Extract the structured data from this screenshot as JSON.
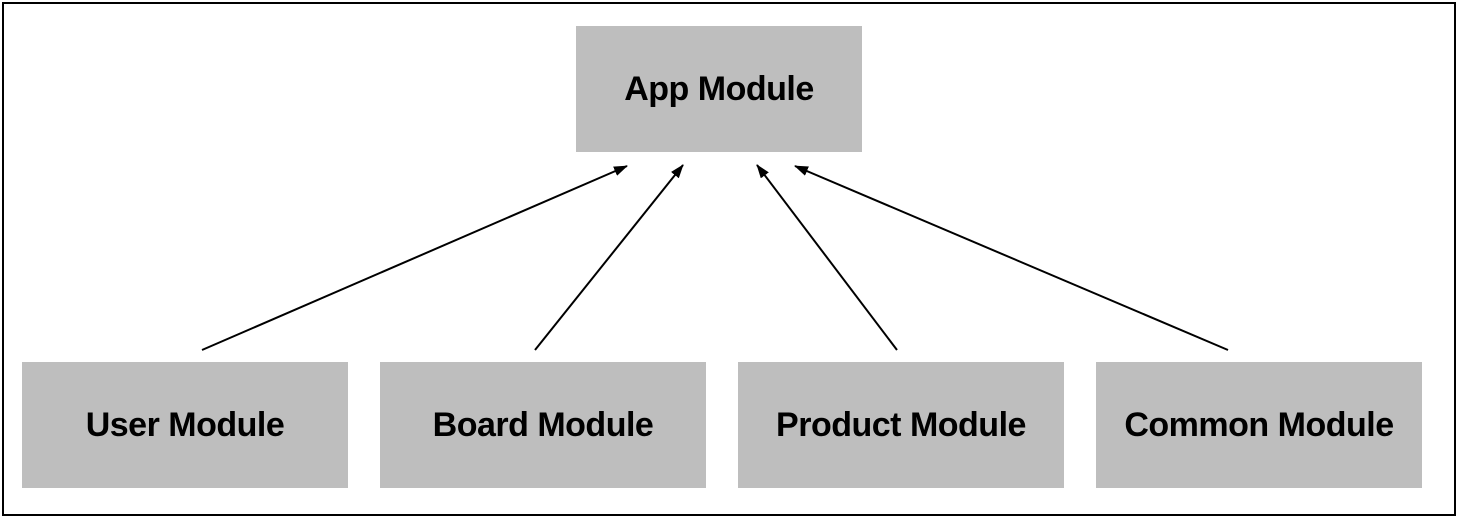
{
  "diagram": {
    "nodes": [
      {
        "id": "app",
        "label": "App Module"
      },
      {
        "id": "user",
        "label": "User Module"
      },
      {
        "id": "board",
        "label": "Board Module"
      },
      {
        "id": "product",
        "label": "Product Module"
      },
      {
        "id": "common",
        "label": "Common Module"
      }
    ],
    "edges": [
      {
        "from": "user",
        "to": "app"
      },
      {
        "from": "board",
        "to": "app"
      },
      {
        "from": "product",
        "to": "app"
      },
      {
        "from": "common",
        "to": "app"
      }
    ],
    "colors": {
      "node_fill": "#bebebe",
      "node_text": "#000000",
      "edge": "#000000",
      "border": "#000000"
    }
  }
}
